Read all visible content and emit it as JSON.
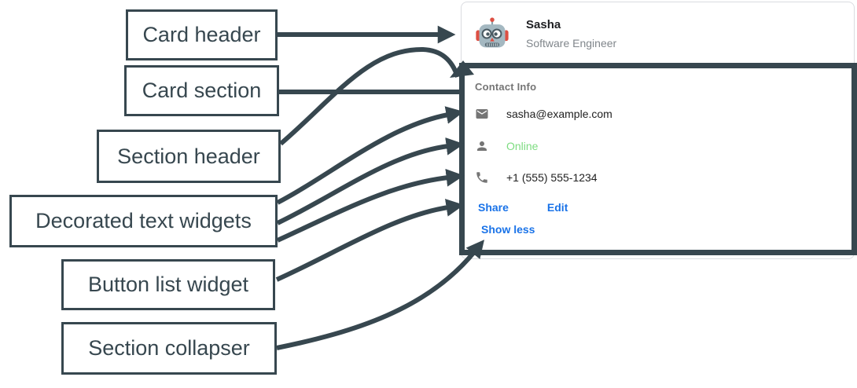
{
  "labels": [
    {
      "text": "Card header"
    },
    {
      "text": "Card section"
    },
    {
      "text": "Section header"
    },
    {
      "text": "Decorated text widgets"
    },
    {
      "text": "Button list widget"
    },
    {
      "text": "Section collapser"
    }
  ],
  "card": {
    "header": {
      "name": "Sasha",
      "subtitle": "Software Engineer",
      "avatar_icon": "robot-icon"
    },
    "section": {
      "header": "Contact Info",
      "rows": [
        {
          "icon": "email-icon",
          "text": "sasha@example.com",
          "color": "#212121"
        },
        {
          "icon": "person-icon",
          "text": "Online",
          "color": "#7ddc80"
        },
        {
          "icon": "phone-icon",
          "text": "+1 (555) 555-1234",
          "color": "#212121"
        }
      ],
      "buttons": [
        {
          "label": "Share"
        },
        {
          "label": "Edit"
        }
      ],
      "collapser": {
        "label": "Show less"
      }
    }
  },
  "colors": {
    "annotation": "#37474f",
    "card_border": "#dadce0",
    "link_blue": "#1a73e8",
    "online_green": "#7ddc80",
    "muted_gray": "#757575"
  }
}
